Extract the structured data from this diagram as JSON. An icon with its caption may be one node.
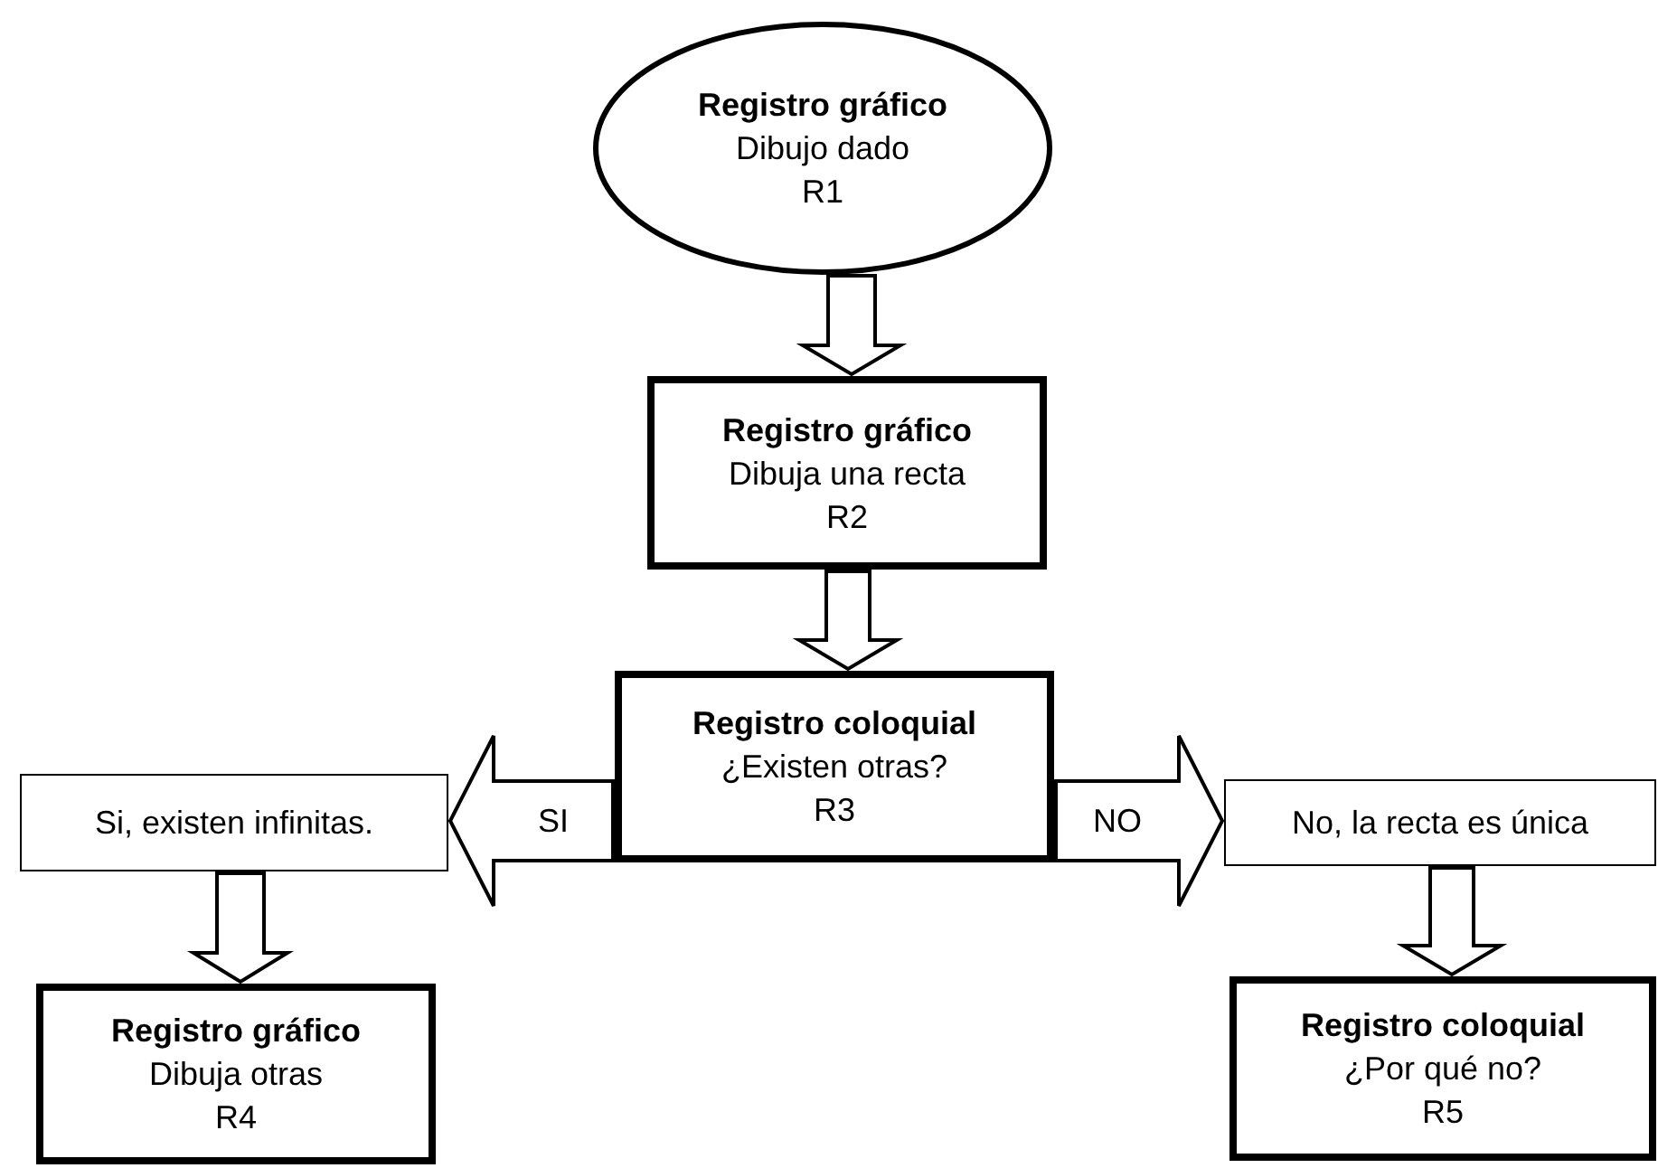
{
  "diagram": {
    "nodes": [
      {
        "text": [
          "Registro gráfico",
          "Dibujo dado",
          "R1"
        ]
      },
      {
        "text": [
          "Registro gráfico",
          "Dibuja una recta",
          "R2"
        ]
      },
      {
        "text": [
          "Registro coloquial",
          "¿Existen otras?",
          "R3"
        ]
      },
      {
        "text": [
          "Si, existen infinitas."
        ]
      },
      {
        "text": [
          "No, la recta es única"
        ]
      },
      {
        "text": [
          "Registro gráfico",
          "Dibuja otras",
          "R4"
        ]
      },
      {
        "text": [
          "Registro coloquial",
          "¿Por qué no?",
          "R5"
        ]
      }
    ],
    "edges": [
      {
        "from": 0,
        "to": 1,
        "arrow": "to"
      },
      {
        "from": 1,
        "to": 2,
        "arrow": "to"
      },
      {
        "from": 2,
        "to": 3,
        "arrow": "to",
        "label": "SI"
      },
      {
        "from": 2,
        "to": 4,
        "arrow": "to",
        "label": "NO"
      },
      {
        "from": 3,
        "to": 5,
        "arrow": "to"
      },
      {
        "from": 4,
        "to": 6,
        "arrow": "to"
      }
    ]
  }
}
